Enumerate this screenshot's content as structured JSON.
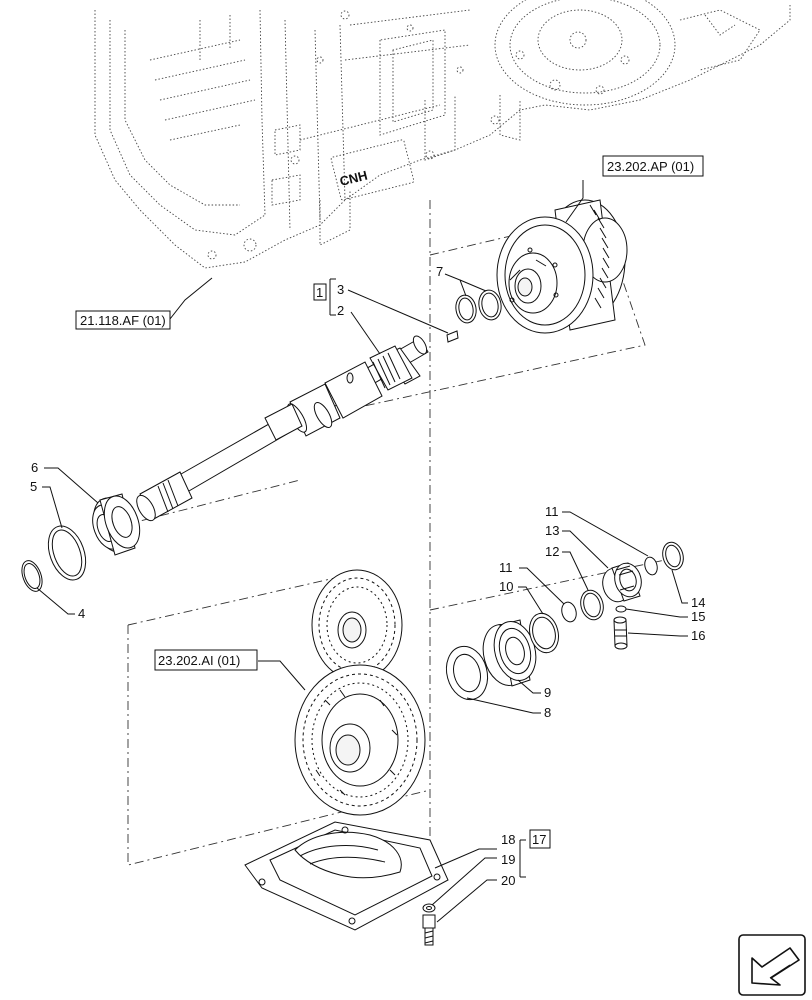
{
  "references": {
    "housing": "21.118.AF (01)",
    "clutch": "23.202.AP (01)",
    "gears": "23.202.AI (01)"
  },
  "brand_logo_text": "CNH",
  "kits": {
    "kit_a": "1",
    "kit_b": "17"
  },
  "callouts": {
    "c2": "2",
    "c3": "3",
    "c4": "4",
    "c5": "5",
    "c6": "6",
    "c7": "7",
    "c8": "8",
    "c9": "9",
    "c10": "10",
    "c11a": "11",
    "c11b": "11",
    "c12": "12",
    "c13": "13",
    "c14": "14",
    "c15": "15",
    "c16": "16",
    "c18": "18",
    "c19": "19",
    "c20": "20"
  },
  "nav": {
    "icon": "arrow-back-icon"
  }
}
